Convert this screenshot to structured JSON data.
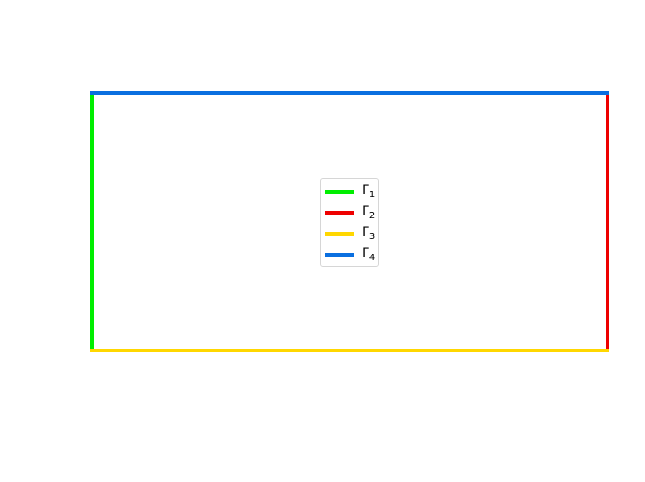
{
  "boundaries": [
    {
      "id": "gamma1",
      "symbol": "Γ",
      "subscript": "1",
      "color": "#00ee00",
      "side": "left"
    },
    {
      "id": "gamma2",
      "symbol": "Γ",
      "subscript": "2",
      "color": "#ee0000",
      "side": "right"
    },
    {
      "id": "gamma3",
      "symbol": "Γ",
      "subscript": "3",
      "color": "#ffd700",
      "side": "bottom"
    },
    {
      "id": "gamma4",
      "symbol": "Γ",
      "subscript": "4",
      "color": "#0a6fe0",
      "side": "top"
    }
  ],
  "legend": {
    "items": [
      {
        "symbol": "Γ",
        "subscript": "1"
      },
      {
        "symbol": "Γ",
        "subscript": "2"
      },
      {
        "symbol": "Γ",
        "subscript": "3"
      },
      {
        "symbol": "Γ",
        "subscript": "4"
      }
    ]
  }
}
